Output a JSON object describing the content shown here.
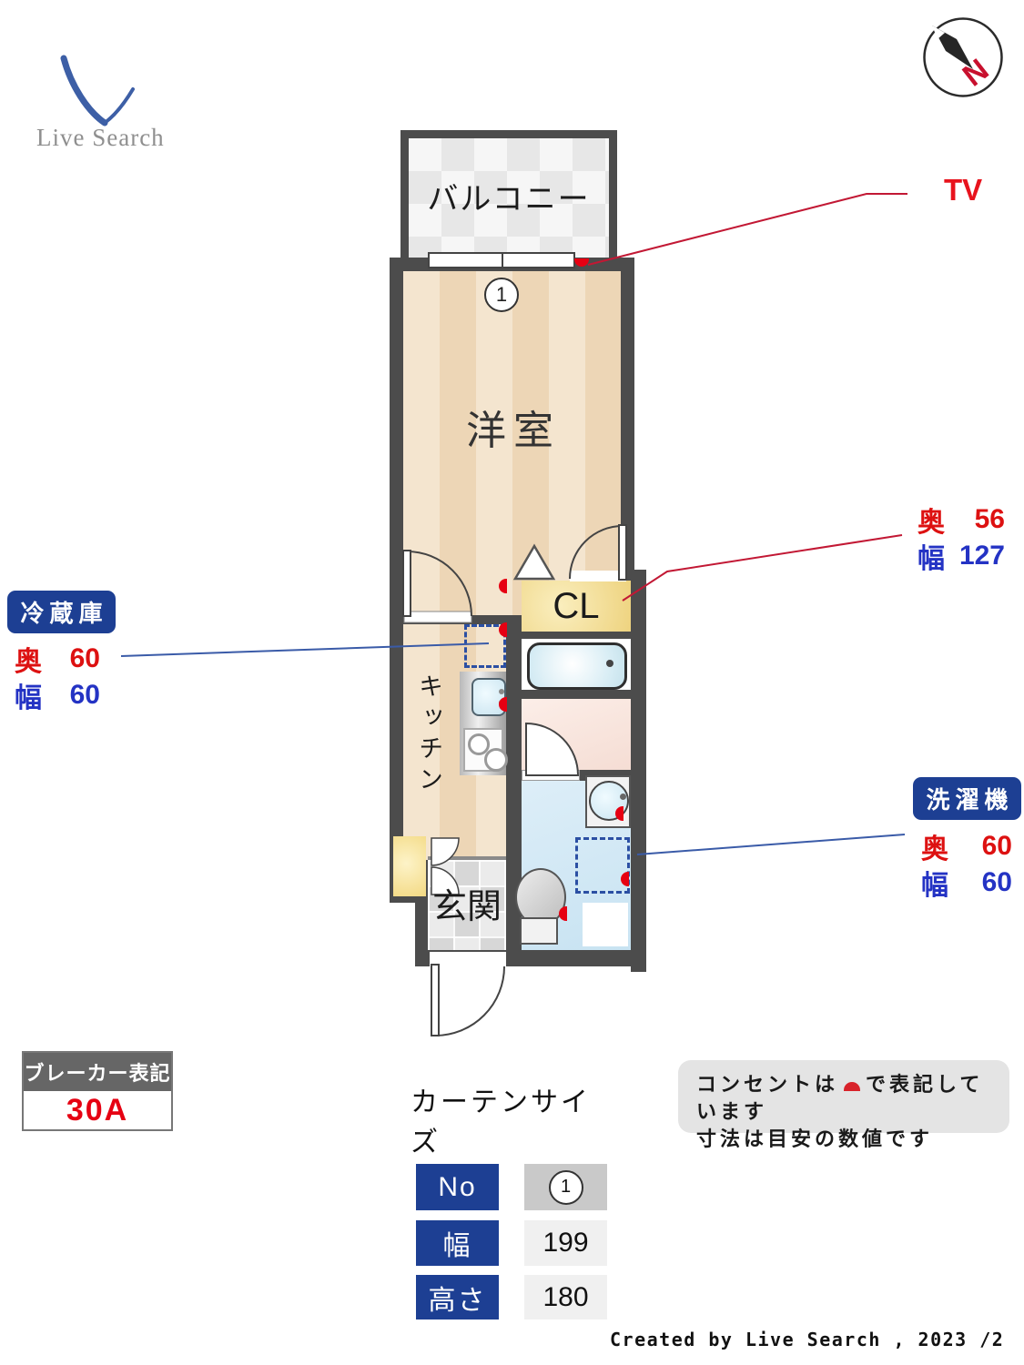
{
  "logo": {
    "text": "Live Search"
  },
  "compass": {
    "label": "N"
  },
  "plan": {
    "balcony_label": "バルコニー",
    "room_label": "洋室",
    "room_marker": "1",
    "closet_label": "CL",
    "kitchen_label": "キッチン",
    "entrance_label": "玄関"
  },
  "annotations": {
    "tv_label": "TV",
    "closet": {
      "depth_label": "奥",
      "depth_value": "56",
      "width_label": "幅",
      "width_value": "127"
    },
    "fridge": {
      "title": "冷蔵庫",
      "depth_label": "奥",
      "depth_value": "60",
      "width_label": "幅",
      "width_value": "60"
    },
    "washer": {
      "title": "洗濯機",
      "depth_label": "奥",
      "depth_value": "60",
      "width_label": "幅",
      "width_value": "60"
    }
  },
  "breaker": {
    "title": "ブレーカー表記",
    "value": "30A"
  },
  "notes": {
    "line1_prefix": "コンセントは",
    "line1_suffix": "で表記しています",
    "line2": "寸法は目安の数値です"
  },
  "curtain": {
    "title": "カーテンサイズ",
    "rows": [
      {
        "label": "No",
        "value": "1"
      },
      {
        "label": "幅",
        "value": "199"
      },
      {
        "label": "高さ",
        "value": "180"
      }
    ]
  },
  "footer": {
    "credit": "Created by Live Search , 2023 /2"
  },
  "colors": {
    "navy": "#1d3f93",
    "outlet_red": "#e60012",
    "dim_red": "#dd1111",
    "dim_blue": "#2433c4",
    "line_red": "#c21834",
    "line_blue": "#3a5ba8",
    "wall": "#4c4c4c"
  }
}
